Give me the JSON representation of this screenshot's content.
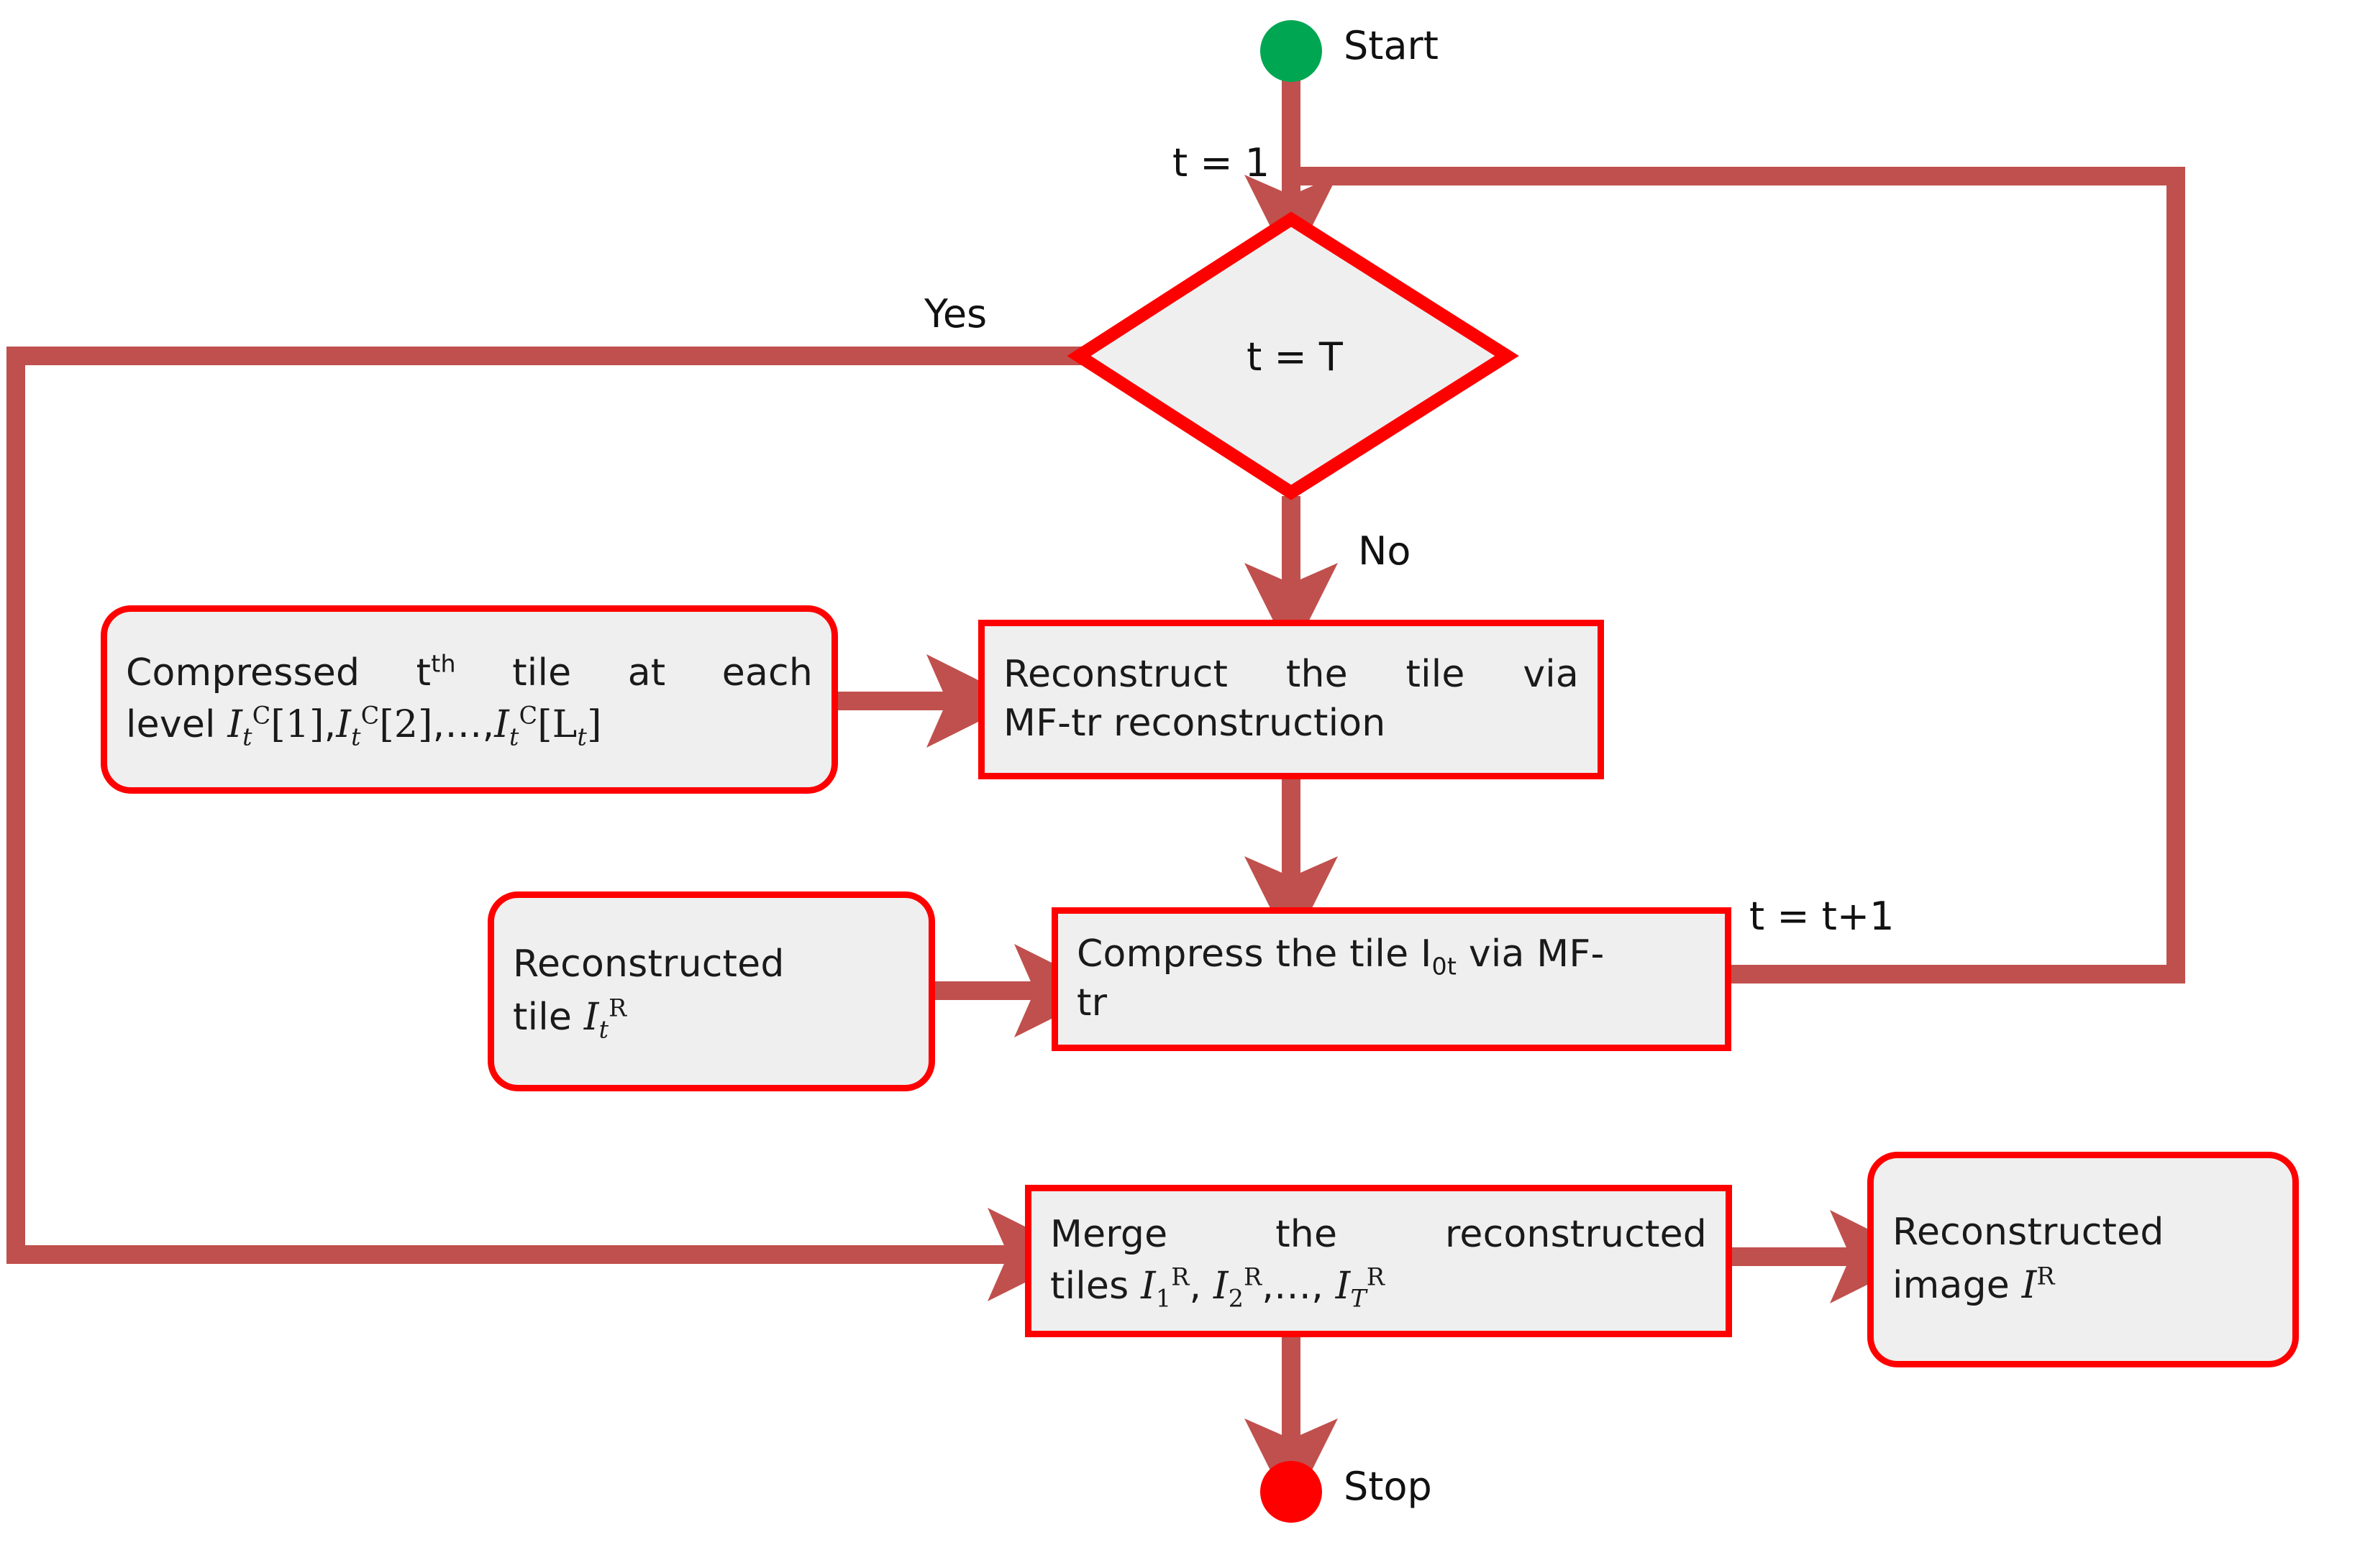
{
  "diagram": {
    "title": "MF-tr tile-wise image reconstruction flowchart",
    "colors": {
      "node_border": "#FF0000",
      "node_fill": "#EFEFEF",
      "connector": "#C0504D",
      "start_dot": "#00A651",
      "stop_dot": "#FF0000",
      "text": "#111111",
      "background": "#FFFFFF"
    }
  },
  "terminators": {
    "start": {
      "label": "Start",
      "icon": "filled-circle-green"
    },
    "stop": {
      "label": "Stop",
      "icon": "filled-circle-red"
    }
  },
  "decision": {
    "text": "t = T",
    "yes_label": "Yes",
    "no_label": "No"
  },
  "edge_labels": {
    "init": "t = 1",
    "increment": "t = t+1",
    "yes": "Yes",
    "no": "No"
  },
  "nodes": {
    "compressed_tile": {
      "line1_pre": "Compressed t",
      "line1_sup": "th",
      "line1_post": " tile at each",
      "line2_pre": "level ",
      "math": "I_t^C[1], I_t^C[2], …, I_t^C[L_t]",
      "sym": "I",
      "sub_t": "t",
      "sup_C": "C",
      "idx1": "[1]",
      "idx2": "[2]",
      "ellipsis": "…",
      "idxL": "[L",
      "idxL_sub": "t",
      "idxL_close": "]",
      "comma": ","
    },
    "reconstruct_tile": {
      "line1": "Reconstruct the tile via",
      "line2": "MF-tr reconstruction"
    },
    "reconstructed_tile": {
      "line1": "Reconstructed",
      "line2_pre": "tile ",
      "sym": "I",
      "sub": "t",
      "sup": "R"
    },
    "compress_tile": {
      "line1_pre": "Compress the tile I",
      "line1_sub": "0t",
      "line1_post": " via MF-",
      "line2": "tr"
    },
    "merge_tiles": {
      "line1": "Merge the reconstructed",
      "line2_pre": "tiles ",
      "sym": "I",
      "sub1": "1",
      "sub2": "2",
      "subT": "T",
      "sup": "R",
      "comma": ", ",
      "ellipsis": ",…, "
    },
    "reconstructed_image": {
      "line1": "Reconstructed",
      "line2_pre": "image ",
      "sym": "I",
      "sup": "R"
    }
  }
}
